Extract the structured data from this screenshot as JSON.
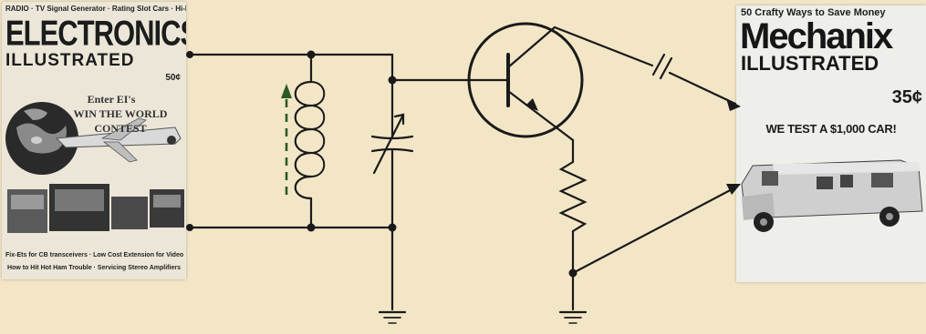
{
  "left_cover": {
    "top_line": "RADIO · TV Signal Generator · Rating Slot Cars · Hi-Fi Color Organ",
    "title": "ELECTRONICS",
    "subtitle": "ILLUSTRATED",
    "masthead_strip": "",
    "price": "50¢",
    "story_line1": "Enter EI's",
    "story_line2": "WIN THE WORLD",
    "story_line3": "CONTEST",
    "caption": "",
    "bottom_line1": "Fix-Ets for CB transceivers · Low Cost Extension for Video",
    "bottom_line2": "How to Hit Hot Ham Trouble · Servicing Stereo Amplifiers"
  },
  "right_cover": {
    "top_line": "50 Crafty Ways to Save Money",
    "title": "Mechanix",
    "subtitle": "ILLUSTRATED",
    "masthead_strip": "",
    "price": "35¢",
    "kicker": "",
    "headline": "WE TEST A $1,000 CAR!",
    "deck": "",
    "small1": "",
    "small2": ""
  },
  "colors": {
    "background": "#f2e6c6",
    "wire": "#1a1a1a",
    "arrow": "#2b5a22"
  }
}
